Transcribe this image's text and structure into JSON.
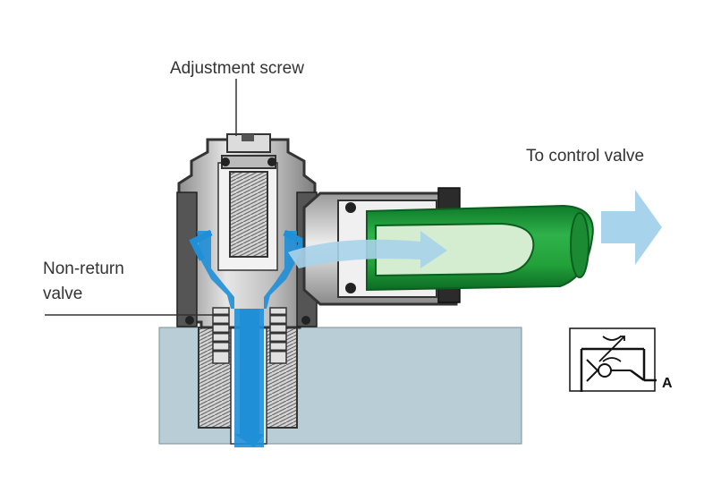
{
  "labels": {
    "adjustment_screw": "Adjustment screw",
    "to_control_valve": "To control valve",
    "non_return_line1": "Non-return",
    "non_return_line2": "valve",
    "symbol_port": "A"
  },
  "colors": {
    "block": "#b9cdd6",
    "body_grey": "#c8c8c8",
    "body_dark": "#333333",
    "flow_blue": "#1f8fd8",
    "flow_light": "#a9d3ea",
    "arrow_blue": "#a8d3ec",
    "tube_green": "#23a13a",
    "tube_dark": "#107a28",
    "tube_light": "#cfe9c7"
  }
}
